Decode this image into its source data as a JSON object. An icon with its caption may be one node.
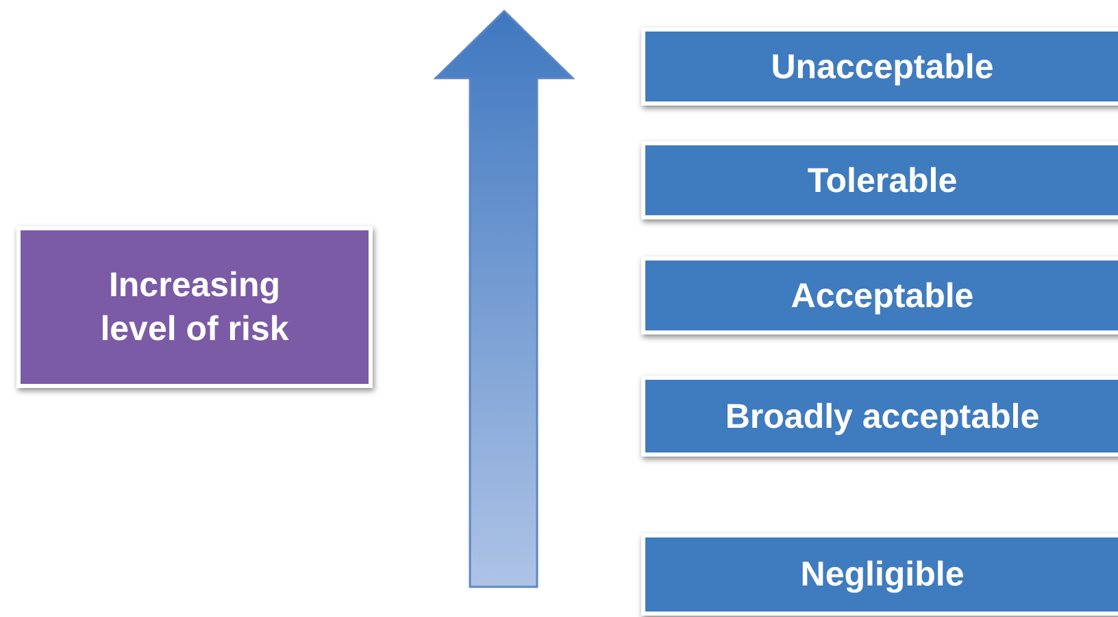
{
  "diagram": {
    "nodes": [
      {
        "text": [
          "Increasing level of risk"
        ]
      },
      {
        "text": [
          "Unacceptable"
        ]
      },
      {
        "text": [
          "Tolerable"
        ]
      },
      {
        "text": [
          "Acceptable"
        ]
      },
      {
        "text": [
          "Broadly acceptable"
        ]
      },
      {
        "text": [
          "Negligible"
        ]
      }
    ]
  }
}
